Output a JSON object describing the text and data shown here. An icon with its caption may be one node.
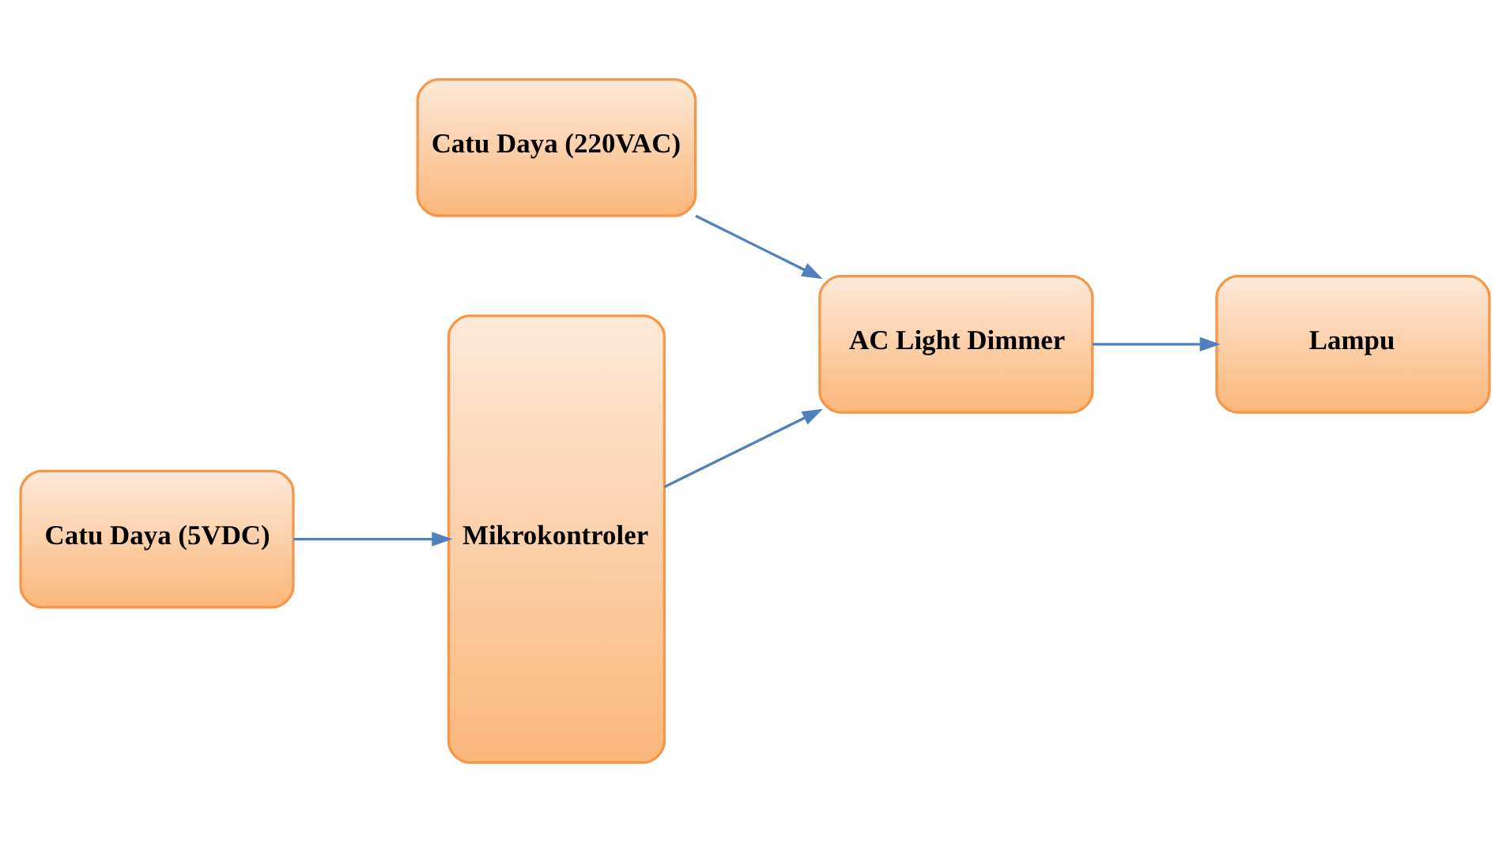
{
  "diagram": {
    "nodes": [
      {
        "text": [
          "Mikrokontroler"
        ]
      },
      {
        "text": [
          "AC Light Dimmer"
        ]
      },
      {
        "text": [
          "Catu Daya (220VAC)"
        ]
      },
      {
        "text": [
          "Catu Daya (5VDC)"
        ]
      },
      {
        "text": [
          "Lampu"
        ]
      }
    ],
    "edges": [
      {
        "from": 0,
        "to": 1,
        "arrow": "to"
      },
      {
        "from": 2,
        "to": 1,
        "arrow": "to"
      },
      {
        "from": 1,
        "to": 4,
        "arrow": "to"
      },
      {
        "from": 3,
        "to": 0,
        "arrow": "to"
      }
    ]
  }
}
